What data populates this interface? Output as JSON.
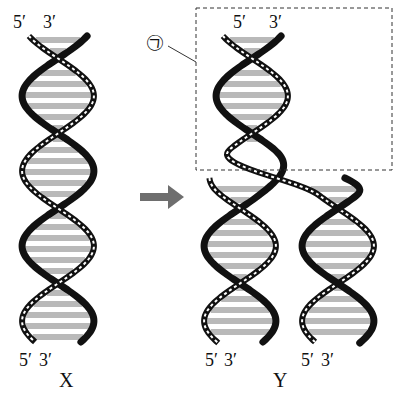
{
  "diagram": {
    "labels": [
      "5′",
      "3′",
      "㉠",
      "5′",
      "3′",
      "5′",
      "3′",
      "5′",
      "3′",
      "5′",
      "3′",
      "X",
      "Y"
    ]
  }
}
